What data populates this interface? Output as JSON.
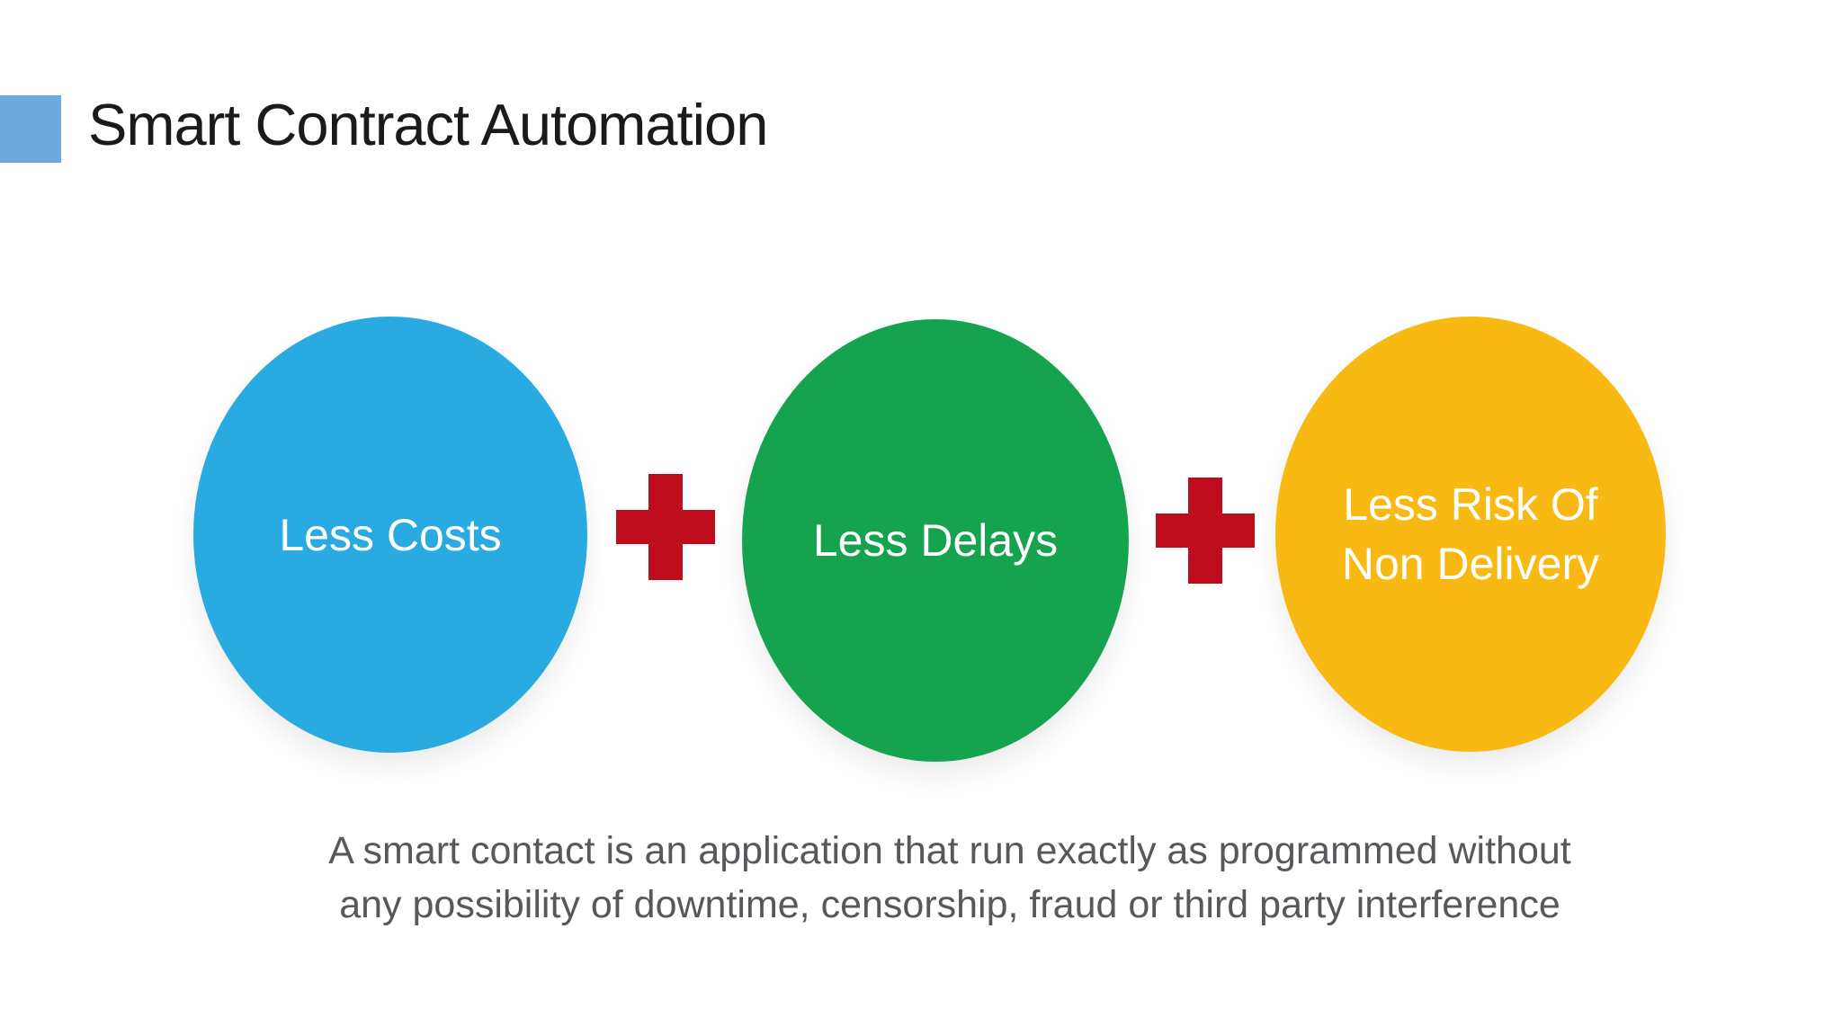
{
  "slide": {
    "title": "Smart Contract Automation",
    "accent_square_color": "#6FA8DC",
    "title_color": "#1A1A1A",
    "circles": [
      {
        "label": "Less Costs",
        "color": "#29ABE2",
        "text_color": "#FFFFFF"
      },
      {
        "label": "Less Delays",
        "color": "#16A34F",
        "text_color": "#FFFFFF"
      },
      {
        "label": "Less Risk Of\nNon Delivery",
        "color": "#F8BA12",
        "text_color": "#FFFFFF"
      }
    ],
    "plus_color": "#C00D1E",
    "caption": {
      "text": "A smart contact is an application that run exactly as programmed without\nany possibility of downtime, censorship, fraud or third party interference",
      "color": "#57585B"
    }
  }
}
